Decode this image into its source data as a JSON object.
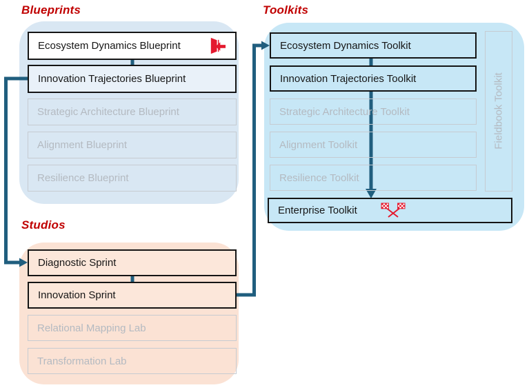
{
  "diagram": {
    "arrow_color": "#205e7e",
    "title_color": "#c00000",
    "icon_red": "#e4192e",
    "icons": [
      "exit-door-icon",
      "checkered-flags-icon"
    ]
  },
  "blueprints": {
    "title": "Blueprints",
    "panel_color": "#d9e7f3",
    "items": [
      {
        "label": "Ecosystem Dynamics Blueprint",
        "state": "active",
        "icon": "exit-door-icon"
      },
      {
        "label": "Innovation Trajectories Blueprint",
        "state": "active"
      },
      {
        "label": "Strategic Architecture Blueprint",
        "state": "inactive"
      },
      {
        "label": "Alignment Blueprint",
        "state": "inactive"
      },
      {
        "label": "Resilience Blueprint",
        "state": "inactive"
      }
    ]
  },
  "toolkits": {
    "title": "Toolkits",
    "panel_color": "#c7e7f6",
    "items": [
      {
        "label": "Ecosystem Dynamics Toolkit",
        "state": "active"
      },
      {
        "label": "Innovation Trajectories Toolkit",
        "state": "active"
      },
      {
        "label": "Strategic Architecture Toolkit",
        "state": "inactive"
      },
      {
        "label": "Alignment Toolkit",
        "state": "inactive"
      },
      {
        "label": "Resilience Toolkit",
        "state": "inactive"
      }
    ],
    "enterprise": {
      "label": "Enterprise Toolkit",
      "state": "active",
      "icon": "checkered-flags-icon"
    },
    "fieldbook": {
      "label": "Fieldbook Toolkit",
      "state": "inactive"
    }
  },
  "studios": {
    "title": "Studios",
    "panel_color": "#fbe2d4",
    "items": [
      {
        "label": "Diagnostic Sprint",
        "state": "active"
      },
      {
        "label": "Innovation Sprint",
        "state": "active"
      },
      {
        "label": "Relational Mapping Lab",
        "state": "inactive"
      },
      {
        "label": "Transformation Lab",
        "state": "inactive"
      }
    ]
  }
}
